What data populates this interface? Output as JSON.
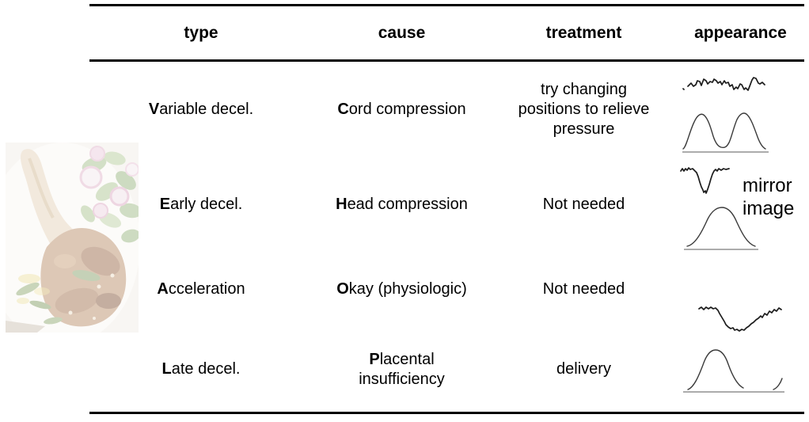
{
  "table": {
    "headers": [
      "type",
      "cause",
      "treatment",
      "appearance"
    ],
    "rows": [
      {
        "type_bold": "V",
        "type_rest": "ariable decel.",
        "cause_bold": "C",
        "cause_rest": "ord compression",
        "treatment": "try changing positions to relieve pressure"
      },
      {
        "type_bold": "E",
        "type_rest": "arly decel.",
        "cause_bold": "H",
        "cause_rest": "ead compression",
        "treatment": "Not needed",
        "appearance_label": "mirror image"
      },
      {
        "type_bold": "A",
        "type_rest": "cceleration",
        "cause_bold": "O",
        "cause_rest": "kay (physiologic)",
        "treatment": "Not needed"
      },
      {
        "type_bold": "L",
        "type_rest": "ate decel.",
        "cause_bold": "P",
        "cause_rest": "lacental insufficiency",
        "treatment": "delivery"
      }
    ]
  },
  "icons": {
    "variable_sketch": "variable-dips-over-two-contractions-tracing",
    "early_sketch": "early-dip-mirroring-contraction-tracing",
    "late_sketch": "late-dip-after-contraction-tracing",
    "photo": "faded-veal-chop-with-greens-and-radish-photo"
  },
  "colors": {
    "rule": "#000000",
    "text": "#000000",
    "trace": "#1c1c1c"
  }
}
